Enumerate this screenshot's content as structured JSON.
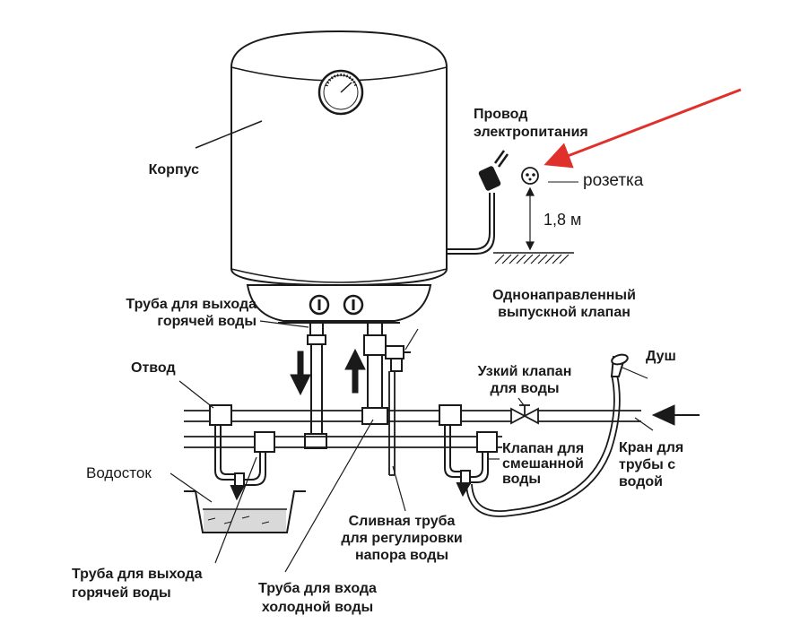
{
  "labels": {
    "body": "Корпус",
    "power_cord_1": "Провод",
    "power_cord_2": "электропитания",
    "socket": "розетка",
    "height": "1,8 м",
    "hot_out_top_1": "Труба для выхода",
    "hot_out_top_2": "горячей воды",
    "check_valve_1": "Однонаправленный",
    "check_valve_2": "выпускной клапан",
    "branch": "Отвод",
    "narrow_valve_1": "Узкий клапан",
    "narrow_valve_2": "для воды",
    "shower": "Душ",
    "mix_valve_1": "Клапан для",
    "mix_valve_2": "смешанной",
    "mix_valve_3": "воды",
    "supply_tap_1": "Кран для",
    "supply_tap_2": "трубы с",
    "supply_tap_3": "водой",
    "drain": "Водосток",
    "drain_pipe_1": "Сливная труба",
    "drain_pipe_2": "для регулировки",
    "drain_pipe_3": "напора воды",
    "hot_out_bottom_1": "Труба для выхода",
    "hot_out_bottom_2": "горячей воды",
    "cold_in_1": "Труба для входа",
    "cold_in_2": "холодной воды"
  },
  "colors": {
    "ink": "#1a1a1a",
    "highlight_arrow": "#e0302c",
    "water": "#d9d9d9"
  },
  "icons": [
    "thermometer-gauge-icon",
    "power-plug-icon",
    "socket-icon",
    "shower-head-icon",
    "valve-icon",
    "flow-arrow-icon"
  ]
}
